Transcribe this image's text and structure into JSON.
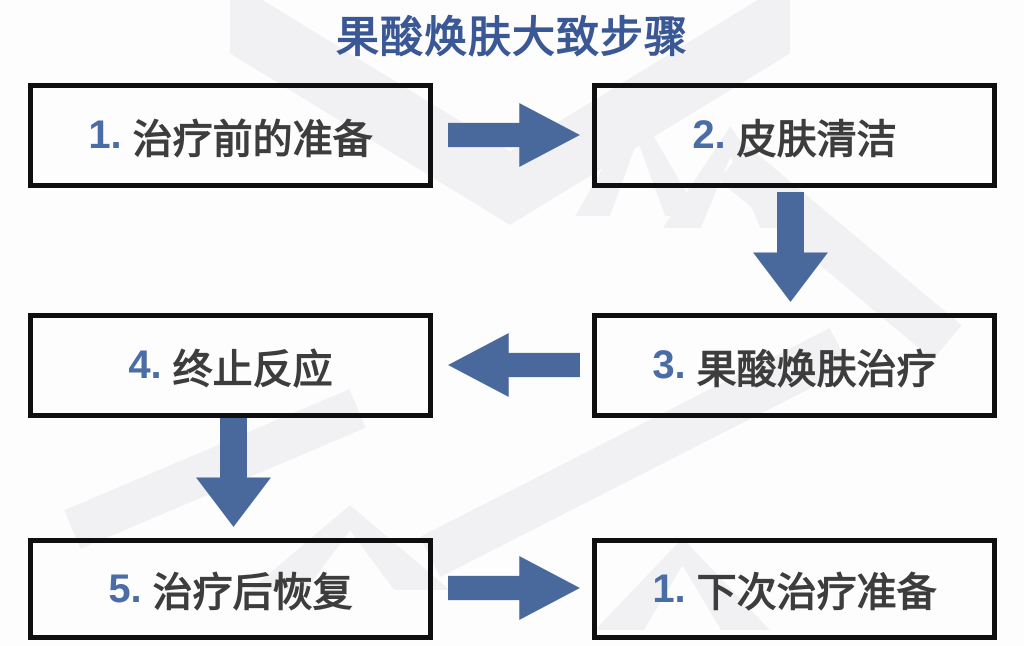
{
  "title": "果酸焕肤大致步骤",
  "steps": [
    {
      "number": "1.",
      "label": "治疗前的准备"
    },
    {
      "number": "2.",
      "label": "皮肤清洁"
    },
    {
      "number": "3.",
      "label": "果酸焕肤治疗"
    },
    {
      "number": "4.",
      "label": "终止反应"
    },
    {
      "number": "5.",
      "label": "治疗后恢复"
    },
    {
      "number": "1.",
      "label": "下次治疗准备"
    }
  ],
  "arrows": [
    {
      "from": "治疗前的准备",
      "to": "皮肤清洁",
      "direction": "right"
    },
    {
      "from": "皮肤清洁",
      "to": "果酸焕肤治疗",
      "direction": "down"
    },
    {
      "from": "果酸焕肤治疗",
      "to": "终止反应",
      "direction": "left"
    },
    {
      "from": "终止反应",
      "to": "治疗后恢复",
      "direction": "down"
    },
    {
      "from": "治疗后恢复",
      "to": "下次治疗准备",
      "direction": "right"
    }
  ],
  "colors": {
    "title": "#3a5796",
    "number": "#4a6da6",
    "text": "#3d3d3d",
    "border": "#0f0f0f",
    "arrow": "#49689b",
    "background": "#fdfdfd",
    "watermark": "#f1f1f4"
  }
}
